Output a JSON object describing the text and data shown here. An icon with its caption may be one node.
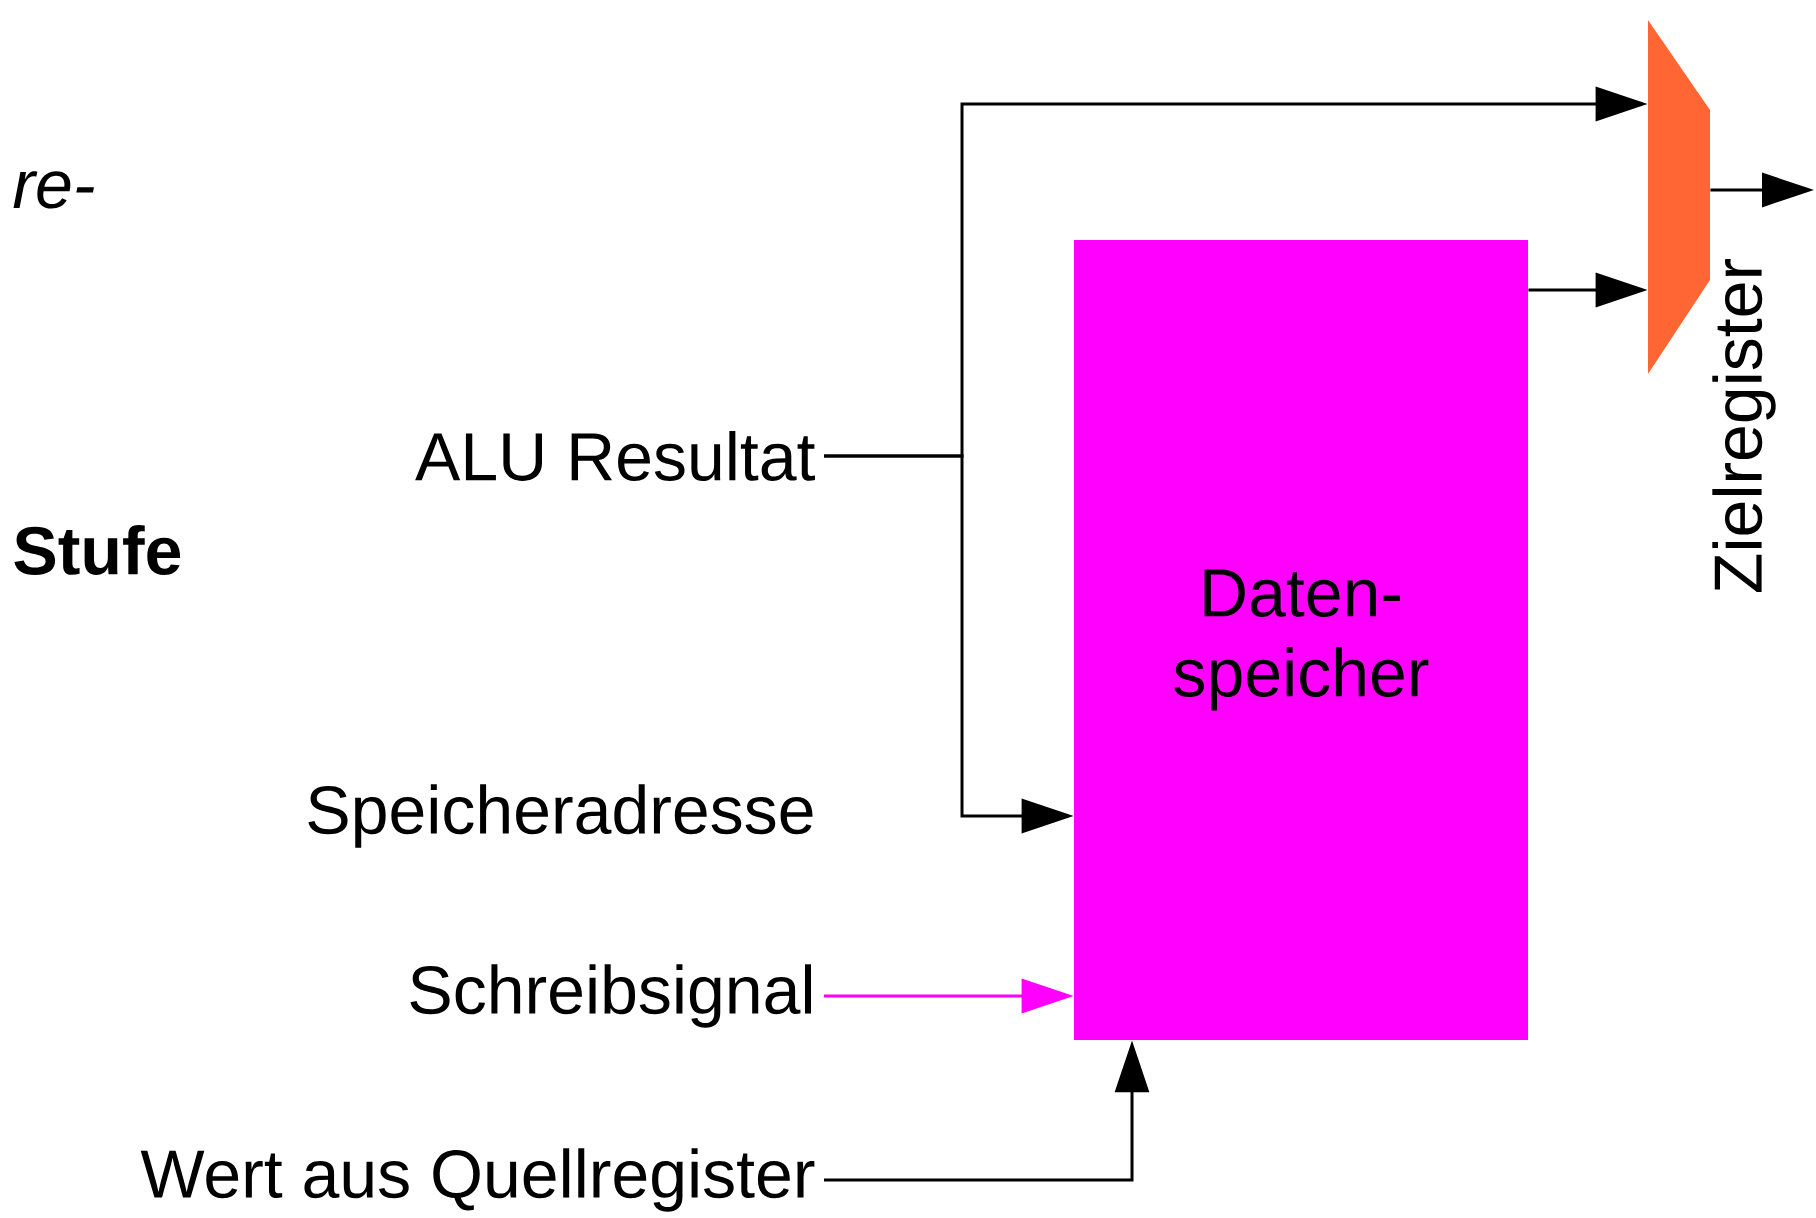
{
  "diagram": {
    "nodes": [
      {
        "text": [
          "ALU Resultat"
        ]
      },
      {
        "text": [
          "Schreibsignal"
        ]
      },
      {
        "text": [
          "Wert aus Quellregister"
        ]
      },
      {
        "text": [
          "Daten- speicher"
        ]
      },
      {
        "text": [],
        "shape": "trapezoid",
        "beside": [
          "Zielregister"
        ]
      }
    ],
    "edges": [
      {
        "from": 0,
        "to": 4,
        "arrow": "to"
      },
      {
        "from": 0,
        "to": 3,
        "arrow": "to"
      },
      {
        "from": 1,
        "to": 3,
        "arrow": "to",
        "color": "#ff00ff"
      },
      {
        "from": 2,
        "to": 3,
        "arrow": "to"
      },
      {
        "from": 3,
        "to": 4,
        "arrow": "to"
      },
      {
        "from": 4,
        "to": null,
        "arrow": "to"
      }
    ],
    "labels": [
      "re-",
      "Stufe",
      "Speicheradresse"
    ]
  }
}
